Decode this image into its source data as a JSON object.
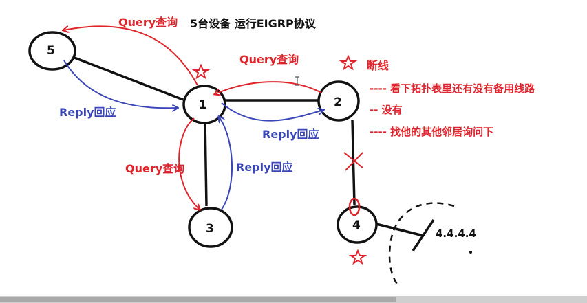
{
  "title": "5台设备 运行EIGRP协议",
  "nodes": {
    "n1": "1",
    "n2": "2",
    "n3": "3",
    "n4": "4",
    "n5": "5"
  },
  "route_label": "4.4.4.4",
  "labels": {
    "query_to_5": "Query查询",
    "query_to_2": "Query查询",
    "query_to_3": "Query查询",
    "reply_from_5": "Reply回应",
    "reply_from_2": "Reply回应",
    "reply_from_3": "Reply回应",
    "link_down": "断线"
  },
  "notes": [
    "---- 看下拓扑表里还有没有备用线路",
    "-- 没有",
    "---- 找他的其他邻居询问下"
  ],
  "colors": {
    "query": "#e0242c",
    "reply": "#3a46b8",
    "link": "#111111"
  }
}
